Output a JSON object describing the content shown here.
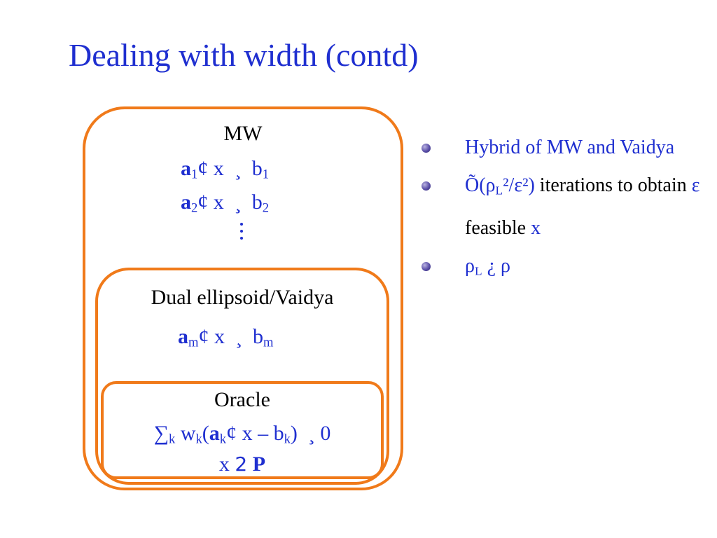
{
  "title": "Dealing with width (contd)",
  "mw": {
    "label": "MW",
    "row1": {
      "a": "a",
      "sub": "1",
      "op": "¢",
      "x": "x",
      "rel": "¸",
      "b": "b",
      "bsub": "1"
    },
    "row2": {
      "a": "a",
      "sub": "2",
      "op": "¢",
      "x": "x",
      "rel": "¸",
      "b": "b",
      "bsub": "2"
    }
  },
  "dual": {
    "label": "Dual ellipsoid/Vaidya",
    "row": {
      "a": "a",
      "sub": "m",
      "op": "¢",
      "x": "x",
      "rel": "¸",
      "b": "b",
      "bsub": "m"
    }
  },
  "oracle": {
    "label": "Oracle",
    "sum": "∑",
    "sum_sub": "k",
    "w": "w",
    "w_sub": "k",
    "open": "(",
    "a": "a",
    "a_sub": "k",
    "op": "¢",
    "x_minus_b": "x – b",
    "b_sub": "k",
    "close": ")",
    "rel": "¸",
    "zero": "0",
    "x": "x",
    "in": "2",
    "P": "P"
  },
  "bullets": {
    "b1": "Hybrid of MW and Vaidya",
    "b2": {
      "O": "Õ(ρ",
      "L": "L",
      "rest": "²/ε²)",
      "text1": " iterations to obtain ",
      "eps": "ε",
      "text2": " feasible ",
      "x": "x"
    },
    "b3": {
      "rho": "ρ",
      "L": "L",
      "op": " ¿ ",
      "rho2": "ρ"
    }
  },
  "colors": {
    "accent": "#1f2fd0",
    "box": "#f07a1a"
  }
}
